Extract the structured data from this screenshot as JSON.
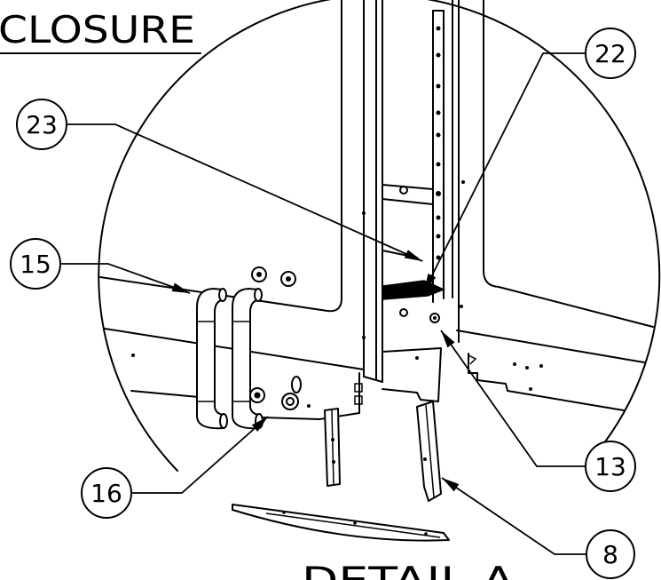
{
  "drawing": {
    "title": "CLOSURE",
    "view_label": "DETAIL A"
  },
  "callouts": [
    "22",
    "23",
    "15",
    "13",
    "16",
    "8"
  ],
  "colors": {
    "line": "#000000",
    "background": "#ffffff"
  }
}
